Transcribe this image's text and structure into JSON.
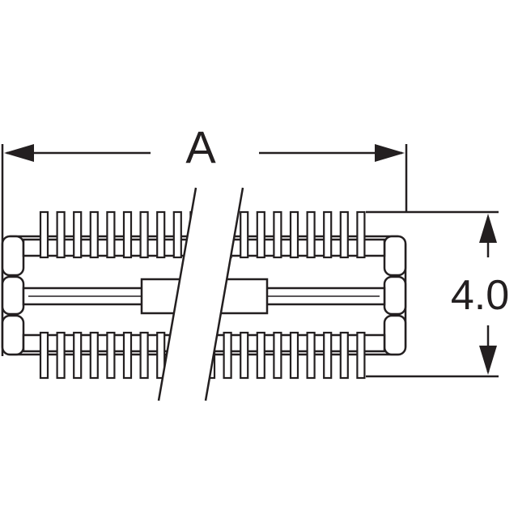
{
  "drawing": {
    "dimension_width_label": "A",
    "dimension_height_label": "4.0",
    "line_color": "#231f20",
    "background_color": "#ffffff",
    "break_symbol": "diagonal-break-band"
  }
}
